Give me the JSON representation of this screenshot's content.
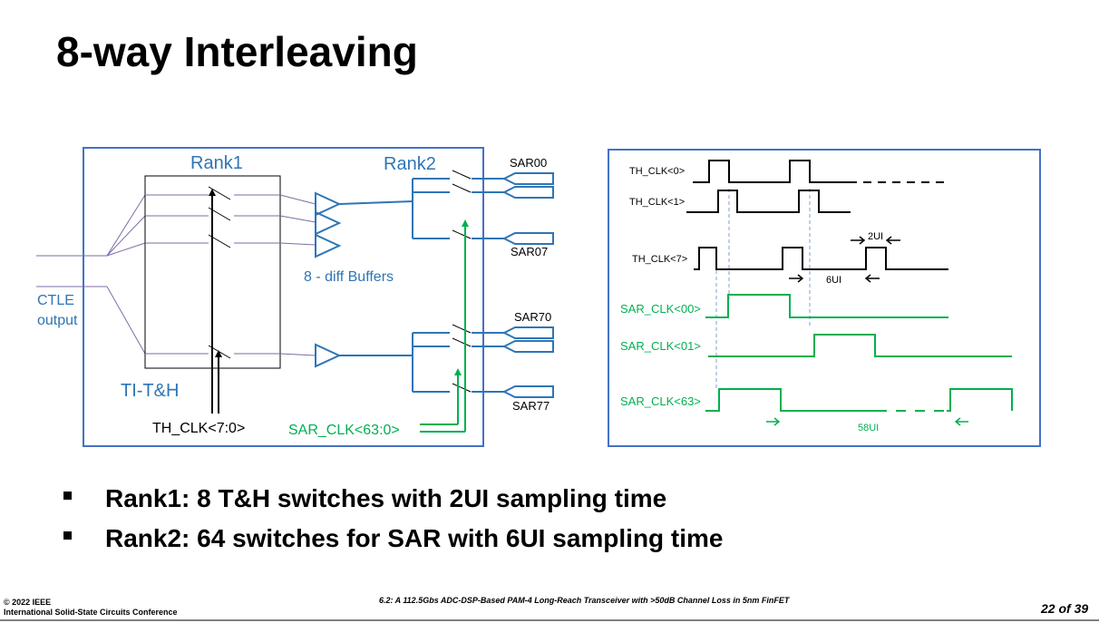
{
  "slide": {
    "title": "8-way Interleaving",
    "bullets": [
      "Rank1: 8 T&H switches with 2UI sampling time",
      "Rank2: 64 switches for SAR with 6UI sampling time"
    ]
  },
  "schematic": {
    "rank1_label": "Rank1",
    "rank2_label": "Rank2",
    "input_label_line1": "CTLE",
    "input_label_line2": "output",
    "th_block_label": "TI-T&H",
    "buffers_label": "8 - diff Buffers",
    "th_clk_label": "TH_CLK<7:0>",
    "sar_clk_label": "SAR_CLK<63:0>",
    "sar_labels": [
      "SAR00",
      "SAR07",
      "SAR70",
      "SAR77"
    ]
  },
  "timing": {
    "signals": [
      "TH_CLK<0>",
      "TH_CLK<1>",
      "TH_CLK<7>",
      "SAR_CLK<00>",
      "SAR_CLK<01>",
      "SAR_CLK<63>"
    ],
    "annotation_2ui": "2UI",
    "annotation_6ui": "6UI",
    "annotation_58ui": "58UI"
  },
  "footer": {
    "copyright": "© 2022 IEEE",
    "conference": "International Solid-State Circuits Conference",
    "paper": "6.2: A 112.5Gbs ADC-DSP-Based PAM-4 Long-Reach Transceiver with >50dB Channel Loss in 5nm FinFET",
    "page": "22 of 39"
  },
  "colors": {
    "blue": "#2e75b6",
    "green": "#00b050",
    "frame": "#4472c4",
    "purple": "#7f6ba6"
  }
}
